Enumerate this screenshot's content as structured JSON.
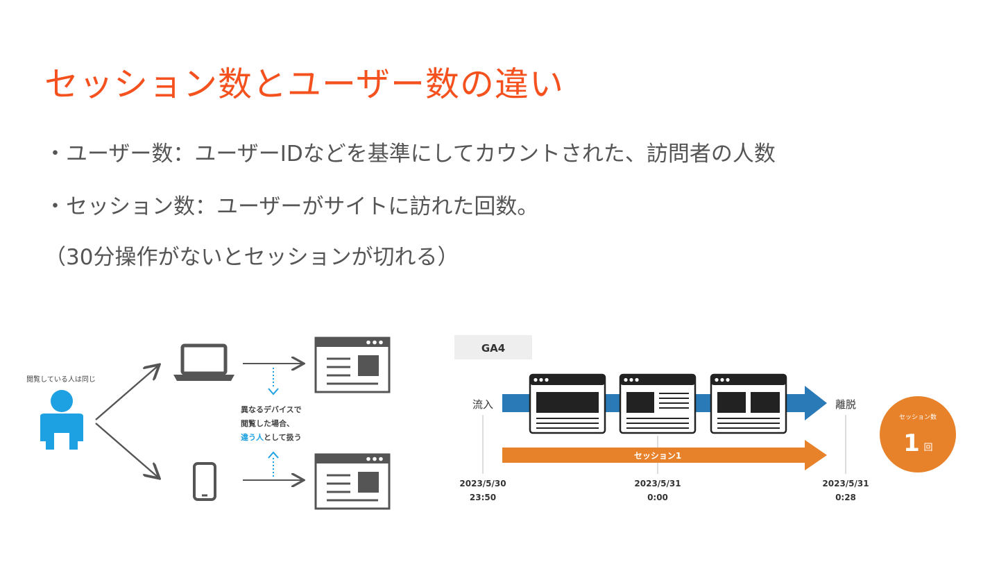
{
  "slide": {
    "title": "セッション数とユーザー数の違い",
    "bullets": [
      "・ユーザー数：ユーザーIDなどを基準にしてカウントされた、訪問者の人数",
      "・セッション数：ユーザーがサイトに訪れた回数。",
      "（30分操作がないとセッションが切れる）"
    ]
  },
  "device_diagram": {
    "person_label": "閲覧している人は同じ",
    "note_line1": "異なるデバイスで",
    "note_line2": "閲覧した場合、",
    "note_highlight": "違う人",
    "note_line3_rest": "として扱う",
    "colors": {
      "person": "#1da1e2",
      "highlight": "#1da1e2",
      "line": "#555555"
    }
  },
  "session_diagram": {
    "tag": "GA4",
    "inflow_label": "流入",
    "exit_label": "離脱",
    "session_label": "セッション1",
    "timestamps": [
      {
        "date": "2023/5/30",
        "time": "23:50"
      },
      {
        "date": "2023/5/31",
        "time": "0:00"
      },
      {
        "date": "2023/5/31",
        "time": "0:28"
      }
    ],
    "badge": {
      "label": "セッション数",
      "count": "1",
      "unit": "回"
    },
    "colors": {
      "flow_arrow": "#2a7ab8",
      "session_arrow": "#e8822a",
      "badge": "#e8822a",
      "tag_bg": "#eeeeee"
    }
  }
}
